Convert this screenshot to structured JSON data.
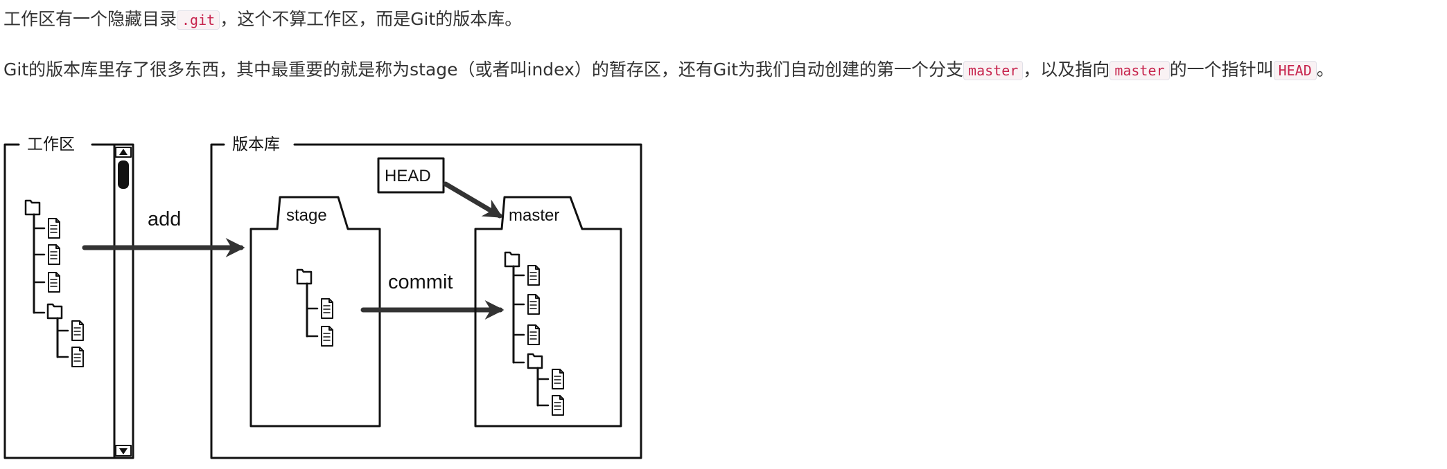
{
  "paragraph1": {
    "t1": "工作区有一个隐藏目录",
    "code_git": ".git",
    "t2": "，这个不算工作区，而是Git的版本库。"
  },
  "paragraph2": {
    "t1": "Git的版本库里存了很多东西，其中最重要的就是称为stage（或者叫index）的暂存区，还有Git为我们自动创建的第一个分支",
    "code_master1": "master",
    "t2": "，以及指向",
    "code_master2": "master",
    "t3": "的一个指针叫",
    "code_head": "HEAD",
    "t4": "。"
  },
  "diagram": {
    "working_area_label": "工作区",
    "repository_label": "版本库",
    "add_label": "add",
    "commit_label": "commit",
    "stage_label": "stage",
    "master_label": "master",
    "head_label": "HEAD"
  }
}
